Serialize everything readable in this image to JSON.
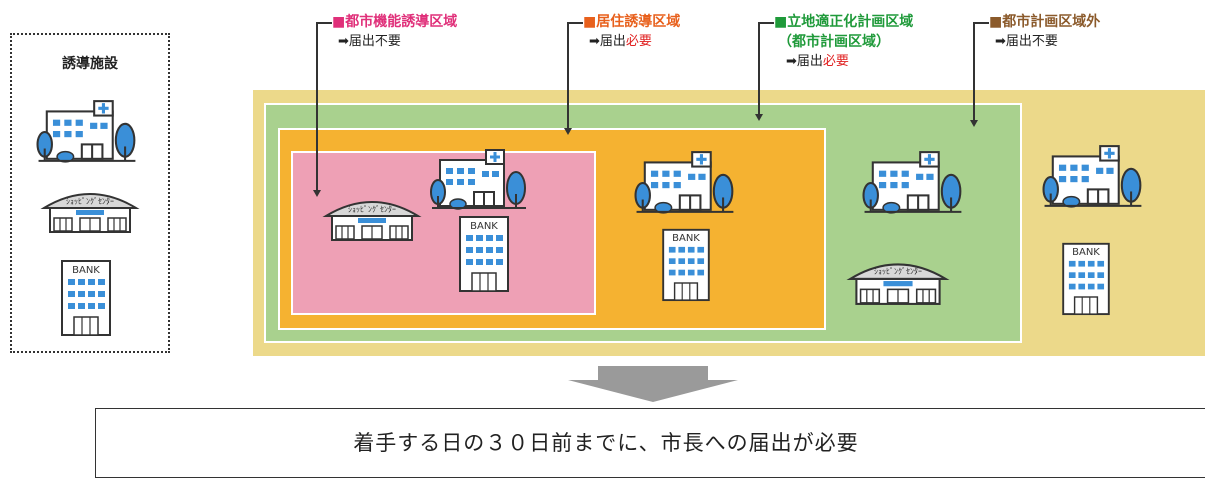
{
  "legend": {
    "title": "誘導施設"
  },
  "zones": [
    {
      "key": "urban",
      "title": "■都市機能誘導区域",
      "note_prefix": "➡届出",
      "note_suffix": "不要",
      "note_required": "",
      "color": "#e0307a",
      "fill": "#eea0b5"
    },
    {
      "key": "residential",
      "title": "■居住誘導区域",
      "note_prefix": "➡届出",
      "note_suffix": "",
      "note_required": "必要",
      "color": "#e8601c",
      "fill": "#f5b231"
    },
    {
      "key": "city",
      "title": "■立地適正化計画区域",
      "subtitle": "（都市計画区域）",
      "note_prefix": "➡届出",
      "note_suffix": "",
      "note_required": "必要",
      "color": "#1f9a3a",
      "fill": "#a9d18e"
    },
    {
      "key": "outside",
      "title": "■都市計画区域外",
      "note_prefix": "➡届出",
      "note_suffix": "不要",
      "note_required": "",
      "color": "#8b5a2b",
      "fill": "#ecd98a"
    }
  ],
  "labels": {
    "bank": "BANK",
    "shopping": "ｼｮｯﾋﾟﾝｸﾞｾﾝﾀｰ"
  },
  "result": {
    "text": "着手する日の３０日前までに、市長への届出が必要"
  },
  "icons": [
    "hospital-icon",
    "shopping-center-icon",
    "bank-icon",
    "down-arrow-icon"
  ]
}
